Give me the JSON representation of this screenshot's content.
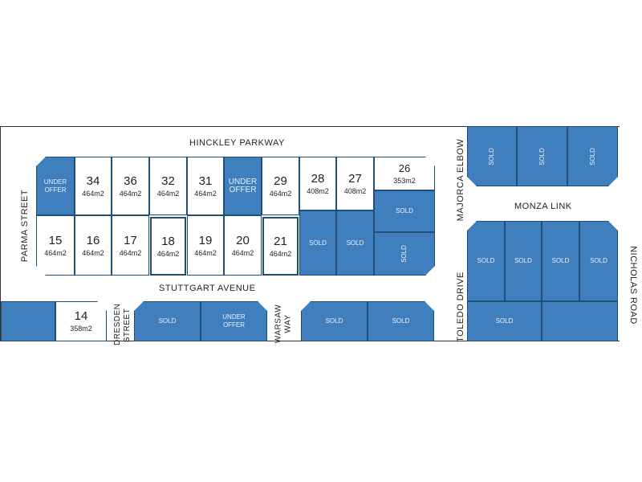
{
  "streets": {
    "hinckley": "HINCKLEY PARKWAY",
    "stuttgart": "STUTTGART AVENUE",
    "parma": "PARMA STREET",
    "dresden_1": "DRESDEN",
    "dresden_2": "STREET",
    "warsaw_1": "WARSAW",
    "warsaw_2": "WAY",
    "majorca": "MAJORCA ELBOW",
    "monza": "MONZA LINK",
    "toledo": "TOLEDO DRIVE",
    "nicholas": "NICHOLAS ROAD"
  },
  "lots": {
    "l34": {
      "num": "34",
      "area": "464m2"
    },
    "l36": {
      "num": "36",
      "area": "464m2"
    },
    "l32": {
      "num": "32",
      "area": "464m2"
    },
    "l31": {
      "num": "31",
      "area": "464m2"
    },
    "l29": {
      "num": "29",
      "area": "464m2"
    },
    "l28": {
      "num": "28",
      "area": "408m2"
    },
    "l27": {
      "num": "27",
      "area": "408m2"
    },
    "l26": {
      "num": "26",
      "area": "353m2"
    },
    "l15": {
      "num": "15",
      "area": "464m2"
    },
    "l16": {
      "num": "16",
      "area": "464m2"
    },
    "l17": {
      "num": "17",
      "area": "464m2"
    },
    "l18": {
      "num": "18",
      "area": "464m2"
    },
    "l19": {
      "num": "19",
      "area": "464m2"
    },
    "l20": {
      "num": "20",
      "area": "464m2"
    },
    "l21": {
      "num": "21",
      "area": "464m2"
    },
    "l14": {
      "num": "14",
      "area": "358m2"
    }
  },
  "status": {
    "sold": "SOLD",
    "under_1": "UNDER",
    "under_offer": "UNDER OFFER",
    "offer": "OFFER"
  },
  "colors": {
    "sold_fill": "#3f7fbd",
    "outline": "#1f4e79"
  }
}
